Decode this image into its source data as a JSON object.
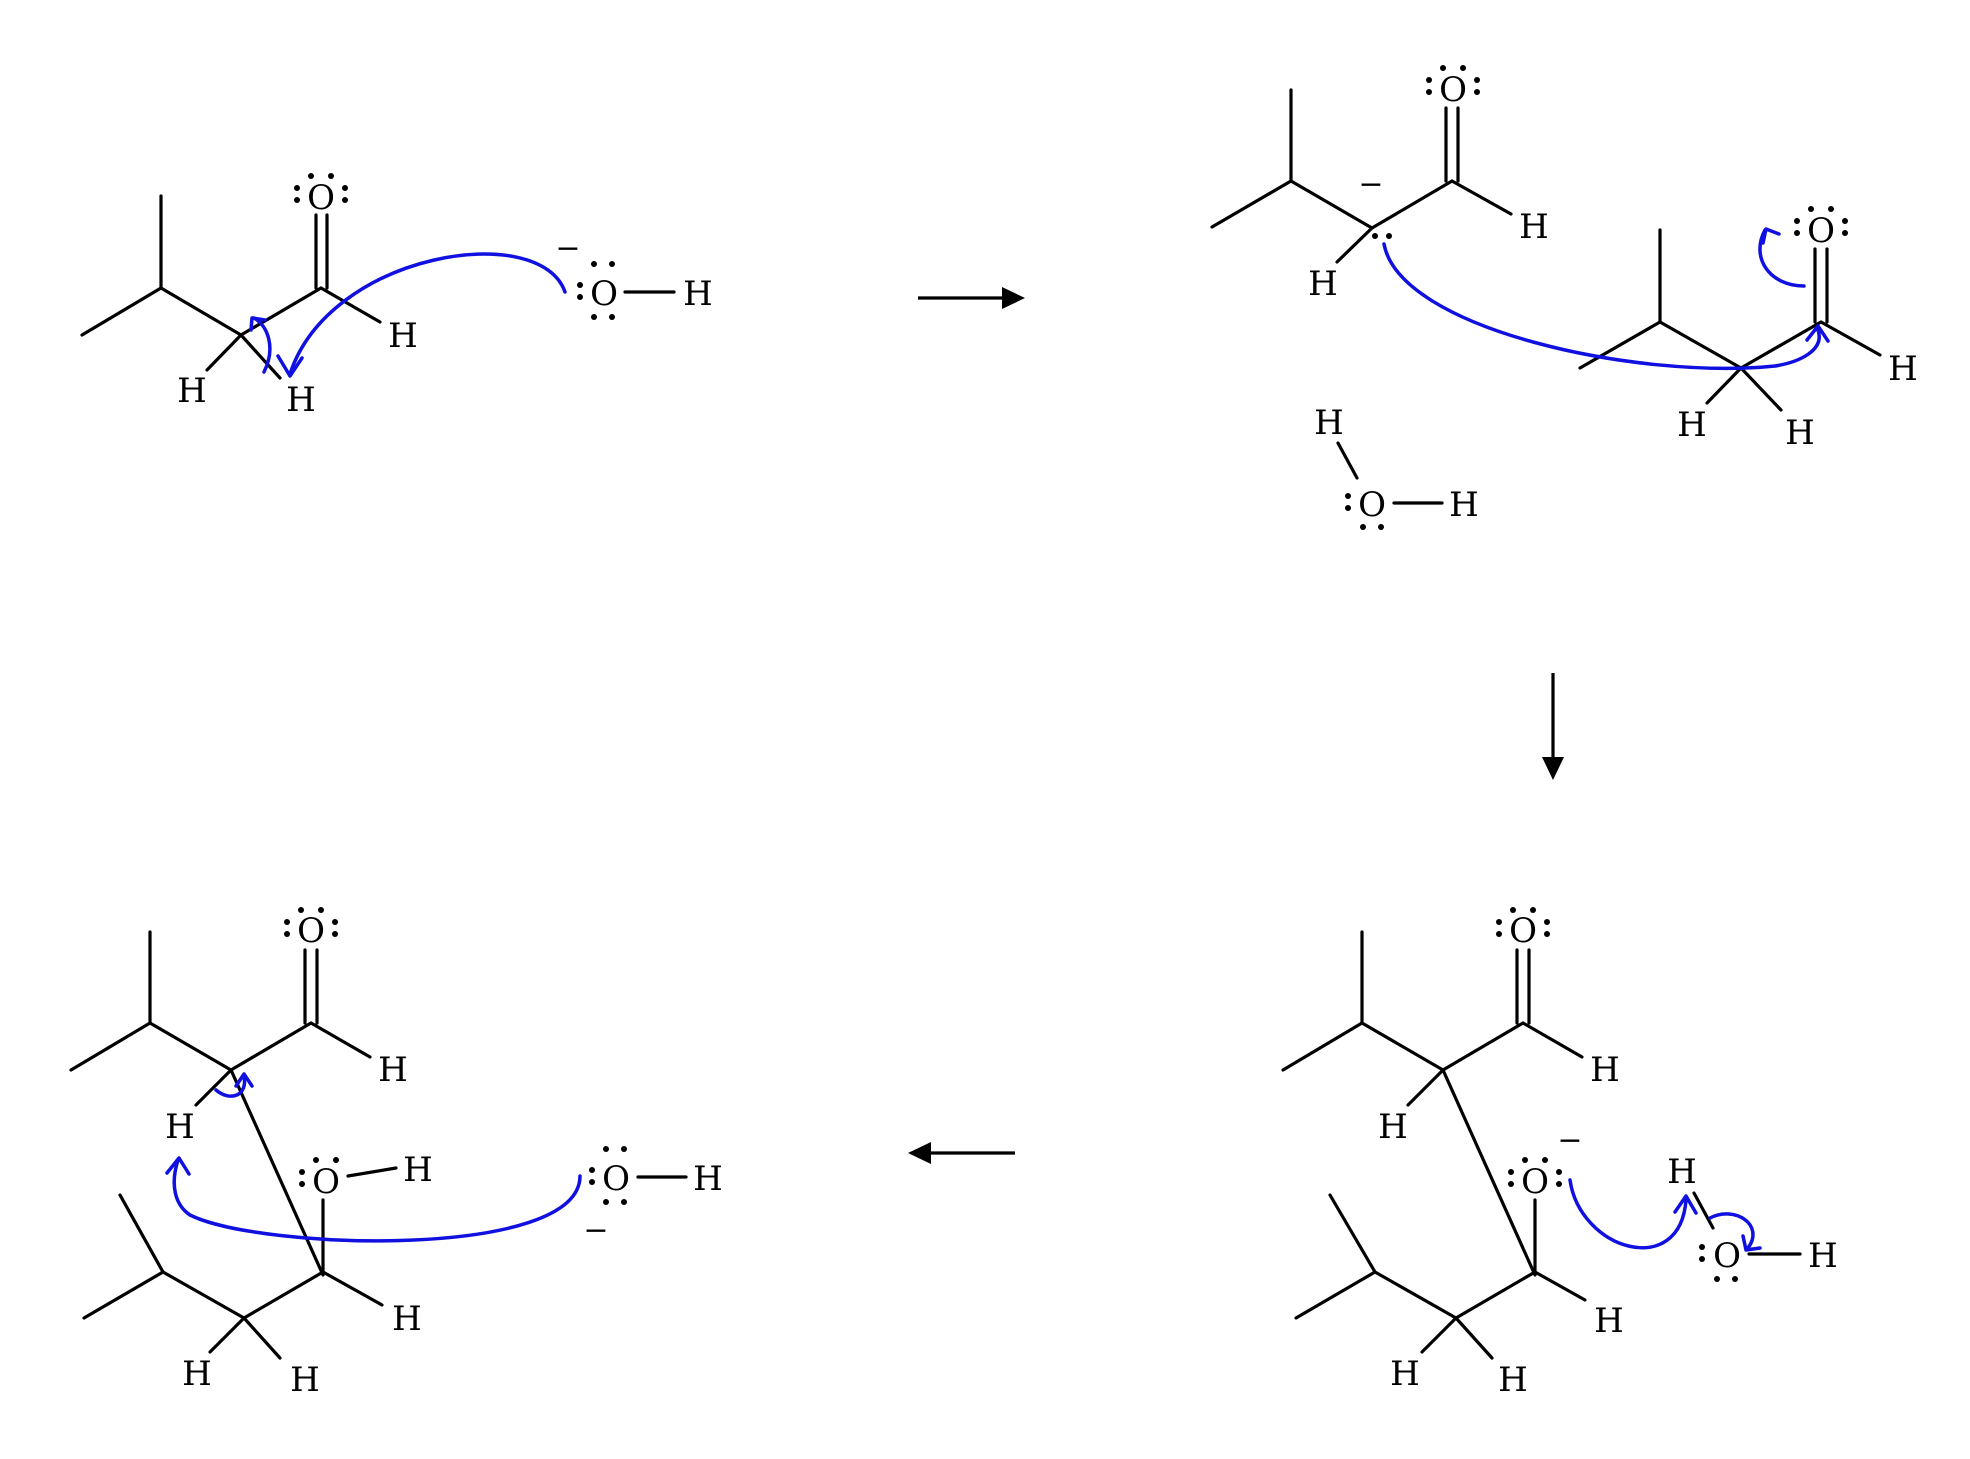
{
  "atoms": {
    "oxygen": "O",
    "hydrogen": "H",
    "negative_charge": "−"
  },
  "colors": {
    "bonds": "#000000",
    "electron_flow_arrows": "#1010e0",
    "background": "#ffffff"
  },
  "panels": [
    {
      "id": "step-1",
      "position": "top-left",
      "species": [
        "aldehyde",
        "hydroxide"
      ]
    },
    {
      "id": "step-2",
      "position": "top-right",
      "species": [
        "enolate",
        "aldehyde",
        "water"
      ]
    },
    {
      "id": "step-3",
      "position": "bottom-right",
      "species": [
        "alkoxide adduct",
        "water"
      ]
    },
    {
      "id": "step-4",
      "position": "bottom-left",
      "species": [
        "aldol product",
        "hydroxide"
      ]
    }
  ],
  "reaction_arrows": [
    {
      "from": "step-1",
      "to": "step-2",
      "direction": "right"
    },
    {
      "from": "step-2",
      "to": "step-3",
      "direction": "down"
    },
    {
      "from": "step-3",
      "to": "step-4",
      "direction": "left"
    }
  ]
}
